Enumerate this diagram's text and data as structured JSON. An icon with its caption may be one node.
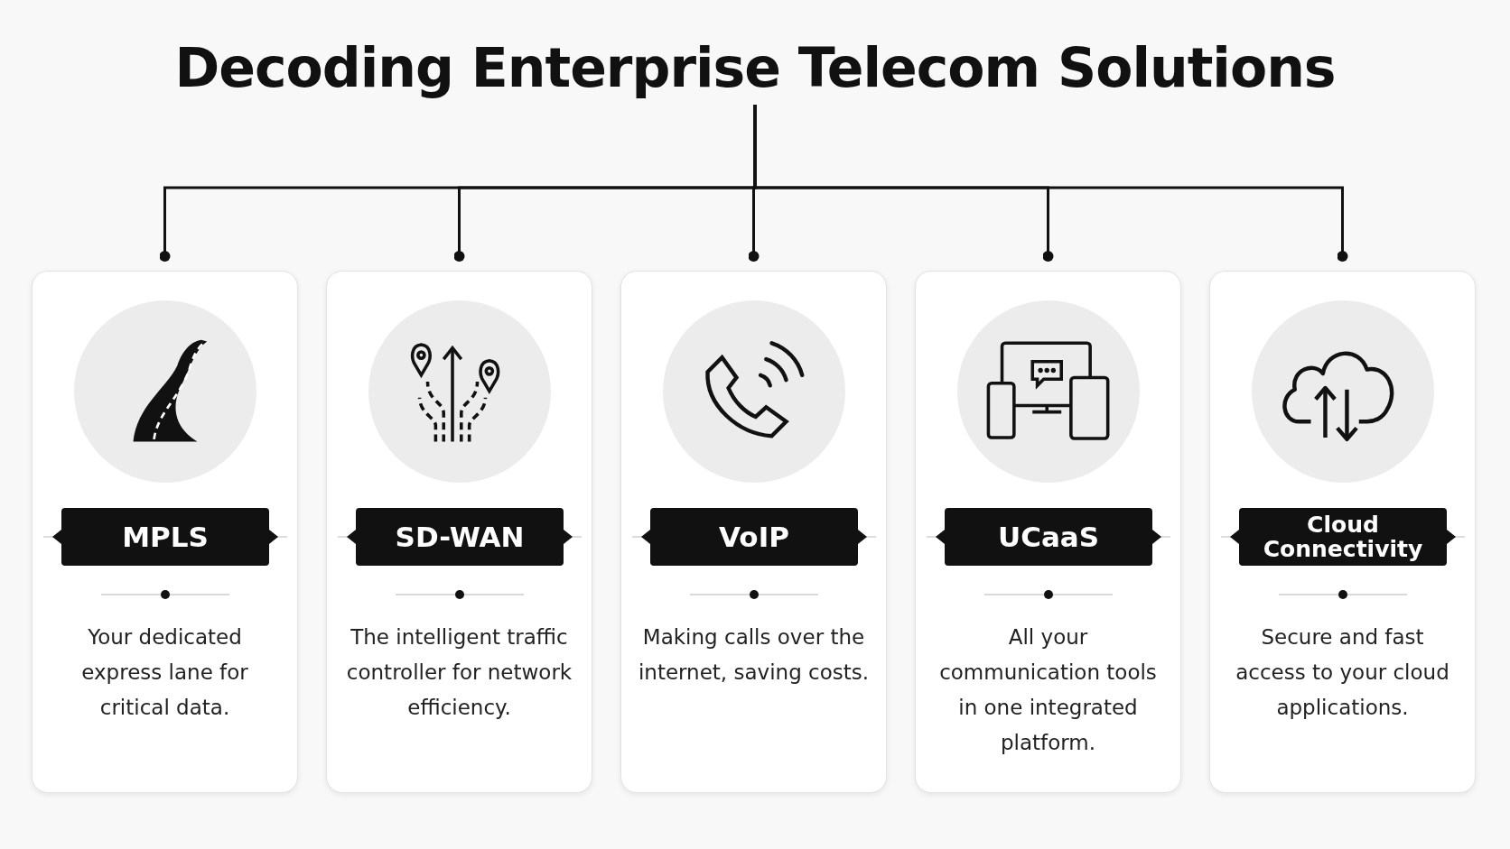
{
  "diagram": {
    "nodes": [
      {
        "text": [
          "Decoding Enterprise Telecom Solutions"
        ]
      },
      {
        "text": [
          "MPLS",
          "Your dedicated express lane for critical data."
        ]
      },
      {
        "text": [
          "SD-WAN",
          "The intelligent traffic controller for network efficiency."
        ]
      },
      {
        "text": [
          "VoIP",
          "Making calls over the internet, saving costs."
        ]
      },
      {
        "text": [
          "UCaaS",
          "All your communication tools in one integrated platform."
        ]
      },
      {
        "text": [
          "Cloud Connectivity",
          "Secure and fast access to your cloud applications."
        ]
      }
    ],
    "edges": [
      {
        "from": 0,
        "to": 1,
        "arrow": "other"
      },
      {
        "from": 0,
        "to": 2,
        "arrow": "other"
      },
      {
        "from": 0,
        "to": 3,
        "arrow": "other"
      },
      {
        "from": 0,
        "to": 4,
        "arrow": "other"
      },
      {
        "from": 0,
        "to": 5,
        "arrow": "other"
      }
    ]
  }
}
